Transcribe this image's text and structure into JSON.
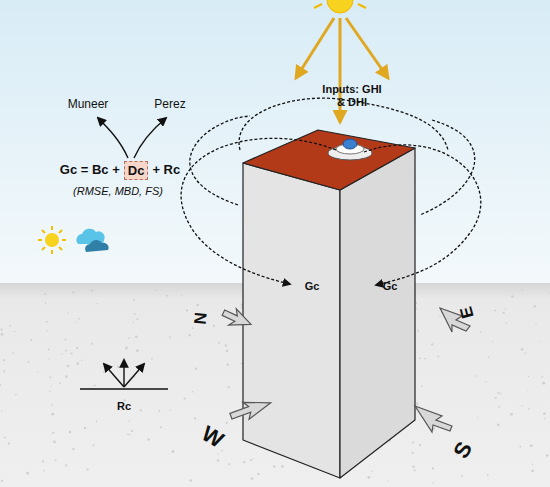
{
  "diagram": {
    "nodes": [
      {
        "text": [
          "Dc"
        ]
      }
    ],
    "labels": [
      "Muneer",
      "Perez",
      "Gc = Bc +",
      "+ Rc",
      "(RMSE, MBD, FS)",
      "Inputs: GHI & DHI",
      "Gc",
      "Gc",
      "Rc",
      "N",
      "E",
      "W",
      "S"
    ]
  }
}
